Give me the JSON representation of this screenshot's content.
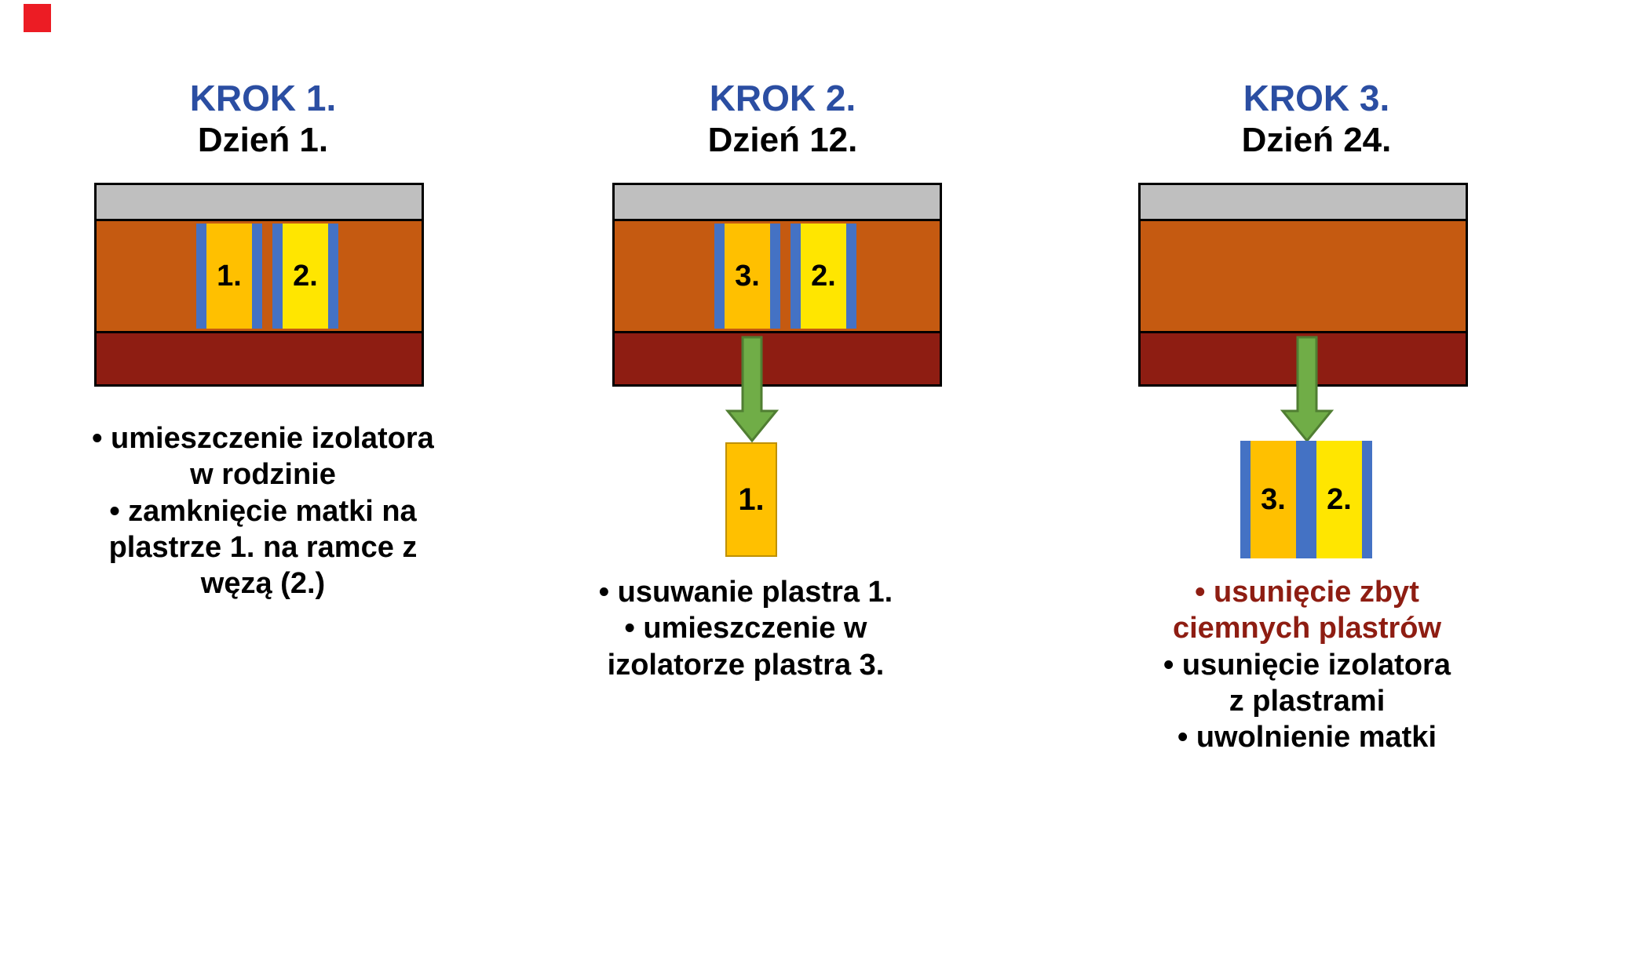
{
  "colors": {
    "marker_red": "#EC1C24",
    "heading_blue": "#2B4EA2",
    "box_gray": "#BFBFBF",
    "box_orange": "#C55A11",
    "box_dark_red": "#8E1D12",
    "frame_amber": "#FFC000",
    "frame_yellow": "#FFE600",
    "frame_blue": "#4472C4",
    "arrow_green_fill": "#70AD47",
    "arrow_green_stroke": "#507E32",
    "emphasis_red": "#8E1D12"
  },
  "columns": [
    {
      "step_label": "KROK 1.",
      "day_label": "Dzień 1.",
      "frames": [
        {
          "label": "1."
        },
        {
          "label": "2."
        }
      ],
      "bullets": [
        {
          "text": "• umieszczenie izolatora"
        },
        {
          "text": "w rodzinie"
        },
        {
          "text": "• zamknięcie matki na"
        },
        {
          "text": "plastrze 1. na ramce z"
        },
        {
          "text": "węzą (2.)"
        }
      ]
    },
    {
      "step_label": "KROK 2.",
      "day_label": "Dzień 12.",
      "frames": [
        {
          "label": "3."
        },
        {
          "label": "2."
        }
      ],
      "extracted_frame_label": "1.",
      "bullets": [
        {
          "text": "• usuwanie plastra 1."
        },
        {
          "text": "• umieszczenie w"
        },
        {
          "text": "izolatorze plastra 3."
        }
      ]
    },
    {
      "step_label": "KROK 3.",
      "day_label": "Dzień 24.",
      "isolator_frames": [
        {
          "label": "3."
        },
        {
          "label": "2."
        }
      ],
      "bullets": [
        {
          "text": "• usunięcie zbyt",
          "emphasis": true
        },
        {
          "text": "ciemnych plastrów",
          "emphasis": true
        },
        {
          "text": "• usunięcie izolatora"
        },
        {
          "text": "z plastrami"
        },
        {
          "text": "• uwolnienie matki"
        }
      ]
    }
  ]
}
